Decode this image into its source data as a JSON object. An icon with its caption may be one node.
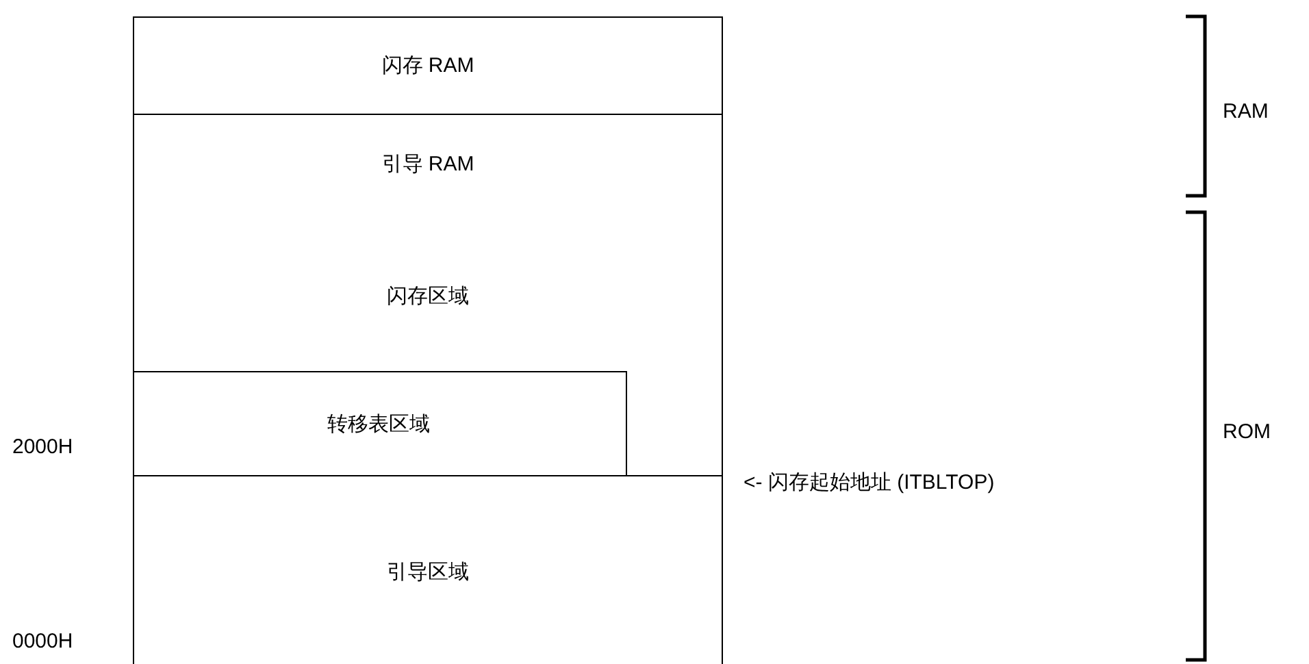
{
  "diagram": {
    "nodes": [
      {
        "text": [
          "闪存 RAM"
        ]
      },
      {
        "text": [
          "引导 RAM"
        ]
      },
      {
        "text": [
          "闪存区域"
        ]
      },
      {
        "text": [
          "转移表区域"
        ],
        "in": 2
      },
      {
        "text": [
          "引导区域"
        ]
      }
    ],
    "labels": [
      "RAM",
      "ROM",
      "2000H",
      "<- 闪存起始地址 (ITBLTOP)",
      "0000H"
    ]
  }
}
